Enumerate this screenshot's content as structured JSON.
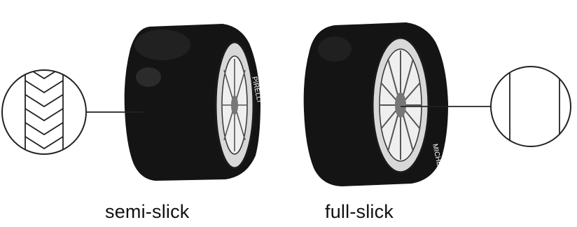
{
  "captions": {
    "semi_slick": "semi-slick",
    "full_slick": "full-slick"
  },
  "sidewall_text": {
    "semi_slick": "PIRELLI",
    "full_slick": "MICHELIN"
  },
  "colors": {
    "tire": "#141414",
    "line": "#222222",
    "rim": "#d8d8d8",
    "background": "#ffffff"
  }
}
